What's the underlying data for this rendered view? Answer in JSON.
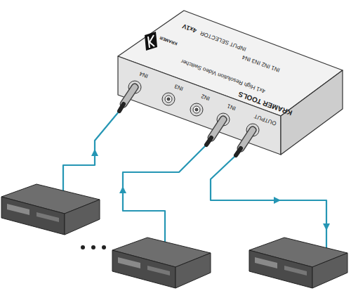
{
  "diagram": {
    "nodes": [
      {
        "text": [
          "KRAMER",
          "4x1V",
          "INPUT SELECTOR",
          "IN1 IN2 IN3 IN4",
          "4x1 High Resolution Video Switcher",
          "KRAMER TOOLS",
          "IN4",
          "IN3",
          "IN2",
          "IN1",
          "OUTPUT"
        ]
      }
    ]
  }
}
